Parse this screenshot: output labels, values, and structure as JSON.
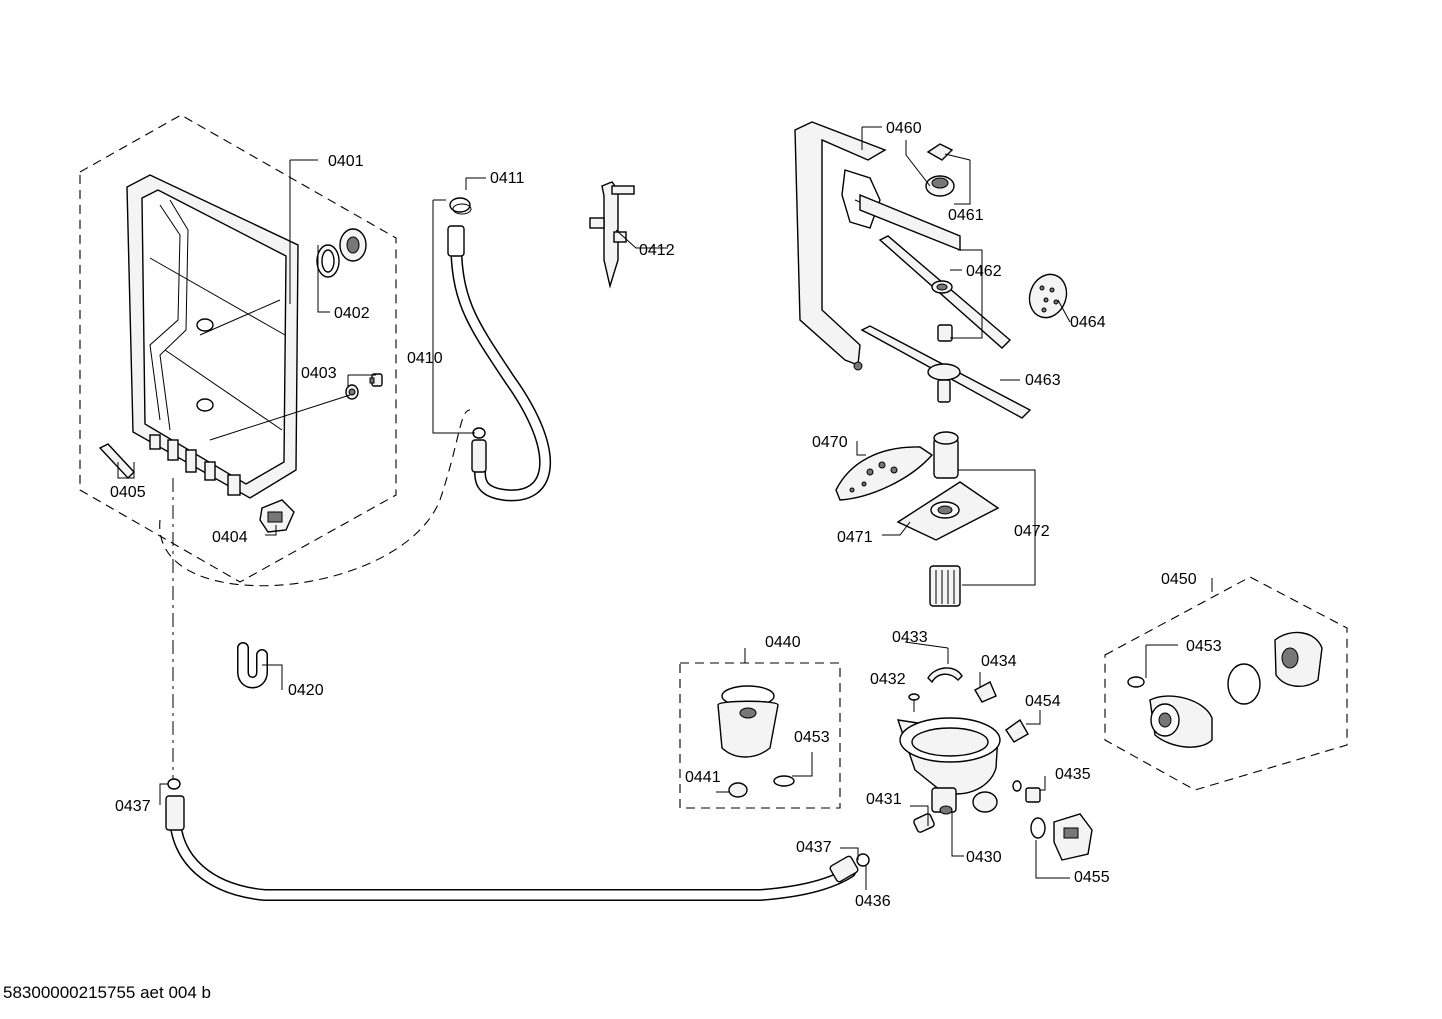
{
  "diagram": {
    "footer_code": "58300000215755 aet 004 b",
    "labels": {
      "p0401": "0401",
      "p0402": "0402",
      "p0403": "0403",
      "p0404": "0404",
      "p0405": "0405",
      "p0410": "0410",
      "p0411": "0411",
      "p0412": "0412",
      "p0420": "0420",
      "p0430": "0430",
      "p0431": "0431",
      "p0432": "0432",
      "p0433": "0433",
      "p0434": "0434",
      "p0435": "0435",
      "p0436": "0436",
      "p0437a": "0437",
      "p0437b": "0437",
      "p0440": "0440",
      "p0441": "0441",
      "p0450": "0450",
      "p0453a": "0453",
      "p0453b": "0453",
      "p0454": "0454",
      "p0455": "0455",
      "p0460": "0460",
      "p0461": "0461",
      "p0462": "0462",
      "p0463": "0463",
      "p0464": "0464",
      "p0470": "0470",
      "p0471": "0471",
      "p0472": "0472"
    }
  }
}
